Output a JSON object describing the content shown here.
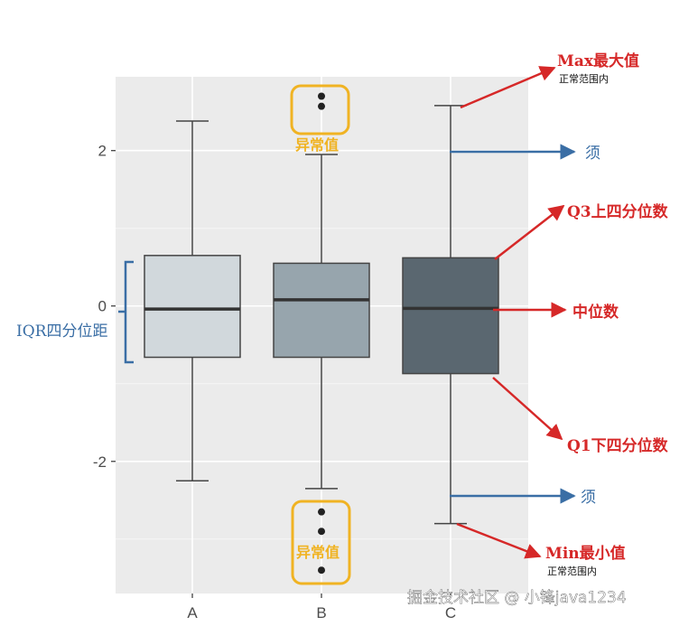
{
  "chart_data": {
    "type": "box",
    "categories": [
      "A",
      "B",
      "C"
    ],
    "ylim": [
      -3.7,
      2.95
    ],
    "yticks": [
      -2,
      0,
      2
    ],
    "ytick_labels": [
      "-2",
      "0",
      "2"
    ],
    "fills": [
      "#d1d8dc",
      "#97a5ad",
      "#5a6770"
    ],
    "boxes": [
      {
        "category": "A",
        "whisker_low": -2.25,
        "q1": -0.66,
        "median": -0.04,
        "q3": 0.65,
        "whisker_high": 2.38,
        "outliers": []
      },
      {
        "category": "B",
        "whisker_low": -2.35,
        "q1": -0.66,
        "median": 0.08,
        "q3": 0.55,
        "whisker_high": 1.95,
        "outliers": [
          2.7,
          2.57,
          -2.65,
          -2.9,
          -3.4
        ]
      },
      {
        "category": "C",
        "whisker_low": -2.8,
        "q1": -0.87,
        "median": -0.03,
        "q3": 0.62,
        "whisker_high": 2.58,
        "outliers": []
      }
    ]
  },
  "annotations": {
    "max_label": "Max最大值",
    "max_sub": "正常范围内",
    "whisker_upper": "须",
    "q3_label": "Q3上四分位数",
    "median_label": "中位数",
    "q1_label": "Q1下四分位数",
    "whisker_lower": "须",
    "min_label": "Min最小值",
    "min_sub": "正常范围内",
    "iqr_label": "IQR四分位距",
    "outlier_upper": "异常值",
    "outlier_lower": "异常值"
  },
  "colors": {
    "red": "#d62828",
    "blue": "#3a6ea5",
    "yellow": "#f0b323",
    "panel": "#ebebeb"
  },
  "watermark": "掘金技术社区 @ 小锋java1234"
}
